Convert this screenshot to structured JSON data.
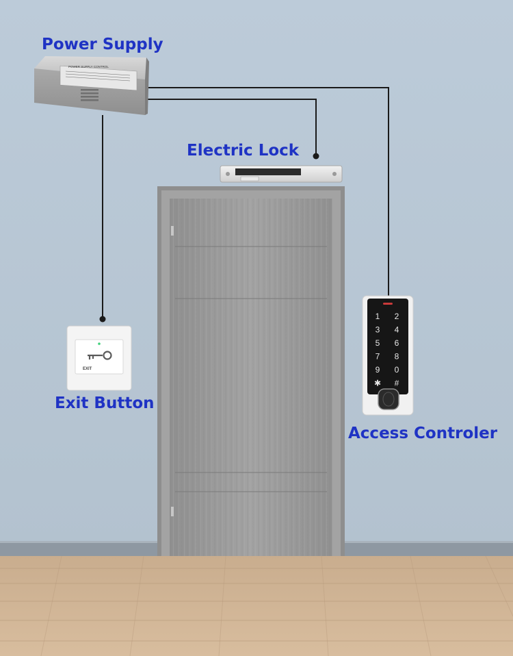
{
  "labels": {
    "power_supply": "Power Supply",
    "electric_lock": "Electric Lock",
    "exit_button": "Exit Button",
    "access_controller": "Access Controler"
  },
  "power_box": {
    "header": "POWER SUPPLY CONTROL"
  },
  "exit_plate": {
    "text": "EXIT"
  },
  "keypad": {
    "keys": [
      "1",
      "2",
      "3",
      "4",
      "5",
      "6",
      "7",
      "8",
      "9",
      "0",
      "✱",
      "#"
    ]
  },
  "colors": {
    "label_blue": "#1f33c4",
    "wall": "#b9c8d6",
    "wire": "#1a1a1a",
    "door": "#9c9c9c",
    "floor": "#cfb394"
  }
}
